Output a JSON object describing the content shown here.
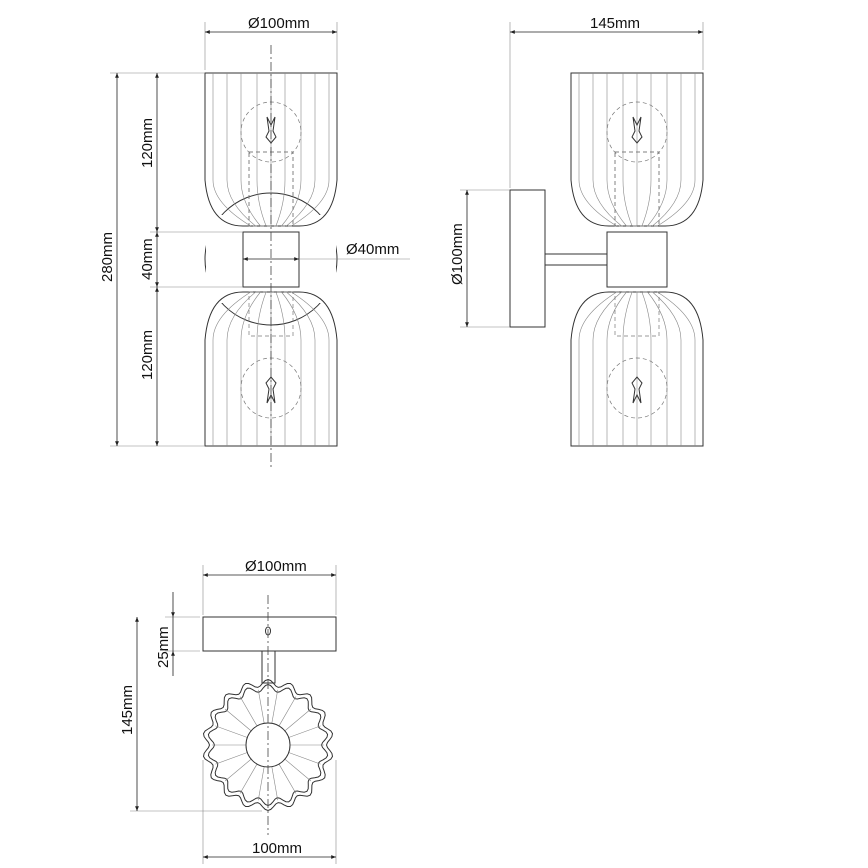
{
  "front_view": {
    "width_label": "Ø100mm",
    "total_height_label": "280mm",
    "upper_shade_label": "120mm",
    "collar_height_label": "40mm",
    "lower_shade_label": "120mm",
    "collar_diameter_label": "Ø40mm"
  },
  "side_view": {
    "depth_label": "145mm",
    "backplate_diameter_label": "Ø100mm"
  },
  "bottom_view": {
    "backplate_diameter_label": "Ø100mm",
    "backplate_depth_label": "25mm",
    "projection_label": "145mm",
    "shade_width_label": "100mm"
  },
  "colors": {
    "line": "#333333",
    "background": "#ffffff"
  }
}
